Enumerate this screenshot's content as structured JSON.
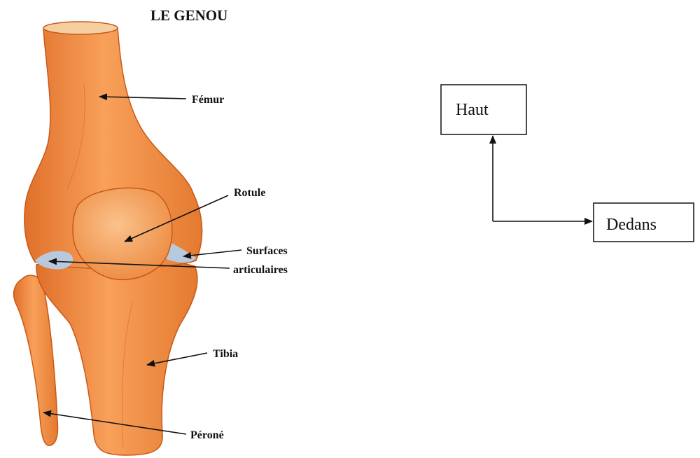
{
  "title": "LE GENOU",
  "labels": {
    "femur": "Fémur",
    "rotule": "Rotule",
    "surfaces_line1": "Surfaces",
    "surfaces_line2": "articulaires",
    "tibia": "Tibia",
    "perone": "Péroné"
  },
  "orientation": {
    "up_label": "Haut",
    "in_label": "Dedans"
  },
  "colors": {
    "bone": "#f0883c",
    "bone_light": "#f8ae6e",
    "bone_outline": "#c85818",
    "cartilage": "#b6cce6",
    "text": "#111111"
  }
}
